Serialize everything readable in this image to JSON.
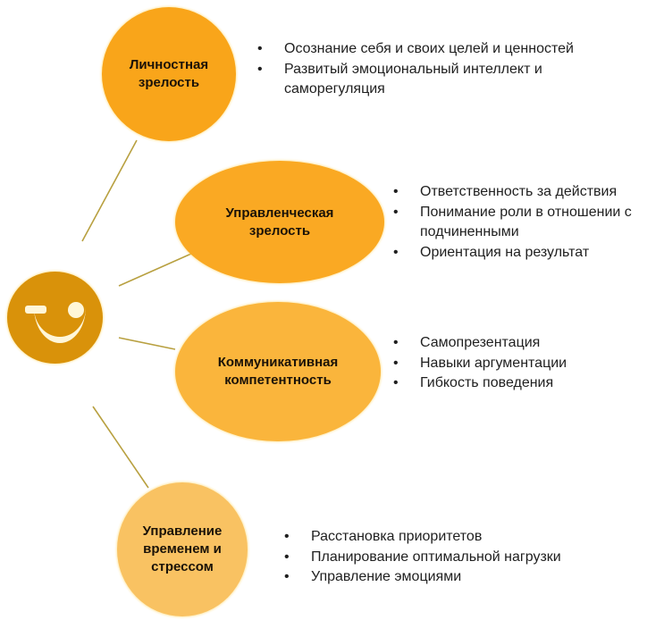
{
  "diagram": {
    "center": {
      "icon": "winking-smiley-icon",
      "color": "#D9920A",
      "feature_color": "#FFF6D8"
    },
    "connector_color": "#B8A040",
    "nodes": [
      {
        "id": "personal-maturity",
        "label": "Личностная\nзрелость",
        "color": "#F9A51A",
        "bullets": [
          "Осознание себя и своих целей и ценностей",
          "Развитый эмоциональный интеллект и саморегуляция"
        ]
      },
      {
        "id": "managerial-maturity",
        "label": "Управленческая\nзрелость",
        "color": "#FAA923",
        "bullets": [
          "Ответственность за действия",
          "Понимание роли в отношении с подчиненными",
          "Ориентация на результат"
        ]
      },
      {
        "id": "communicative-competence",
        "label": "Коммуникативная\nкомпетентность",
        "color": "#FAB53C",
        "bullets": [
          "Самопрезентация",
          "Навыки аргументации",
          "Гибкость поведения"
        ]
      },
      {
        "id": "time-stress-management",
        "label": "Управление\nвременем и\nстрессом",
        "color": "#F9C262",
        "bullets": [
          "Расстановка приоритетов",
          "Планирование оптимальной нагрузки",
          "Управление эмоциями"
        ]
      }
    ]
  }
}
